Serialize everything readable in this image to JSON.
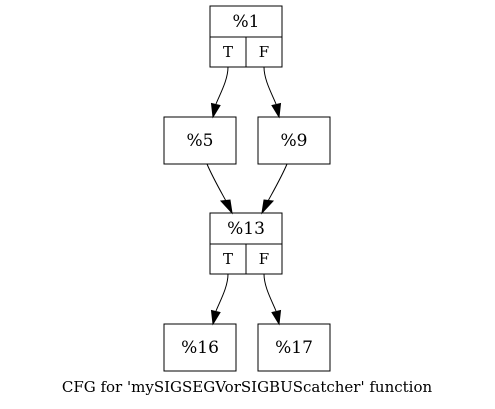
{
  "nodes": {
    "n1": {
      "label": "%1",
      "ports": [
        "T",
        "F"
      ]
    },
    "n5": {
      "label": "%5"
    },
    "n9": {
      "label": "%9"
    },
    "n13": {
      "label": "%13",
      "ports": [
        "T",
        "F"
      ]
    },
    "n16": {
      "label": "%16"
    },
    "n17": {
      "label": "%17"
    }
  },
  "edges": [
    {
      "from": "%1",
      "port": "T",
      "to": "%5"
    },
    {
      "from": "%1",
      "port": "F",
      "to": "%9"
    },
    {
      "from": "%5",
      "to": "%13"
    },
    {
      "from": "%9",
      "to": "%13"
    },
    {
      "from": "%13",
      "port": "T",
      "to": "%16"
    },
    {
      "from": "%13",
      "port": "F",
      "to": "%17"
    }
  ],
  "caption": "CFG for 'mySIGSEGVorSIGBUScatcher' function",
  "colors": {
    "stroke": "#000000",
    "fill": "#ffffff",
    "text": "#000000"
  }
}
